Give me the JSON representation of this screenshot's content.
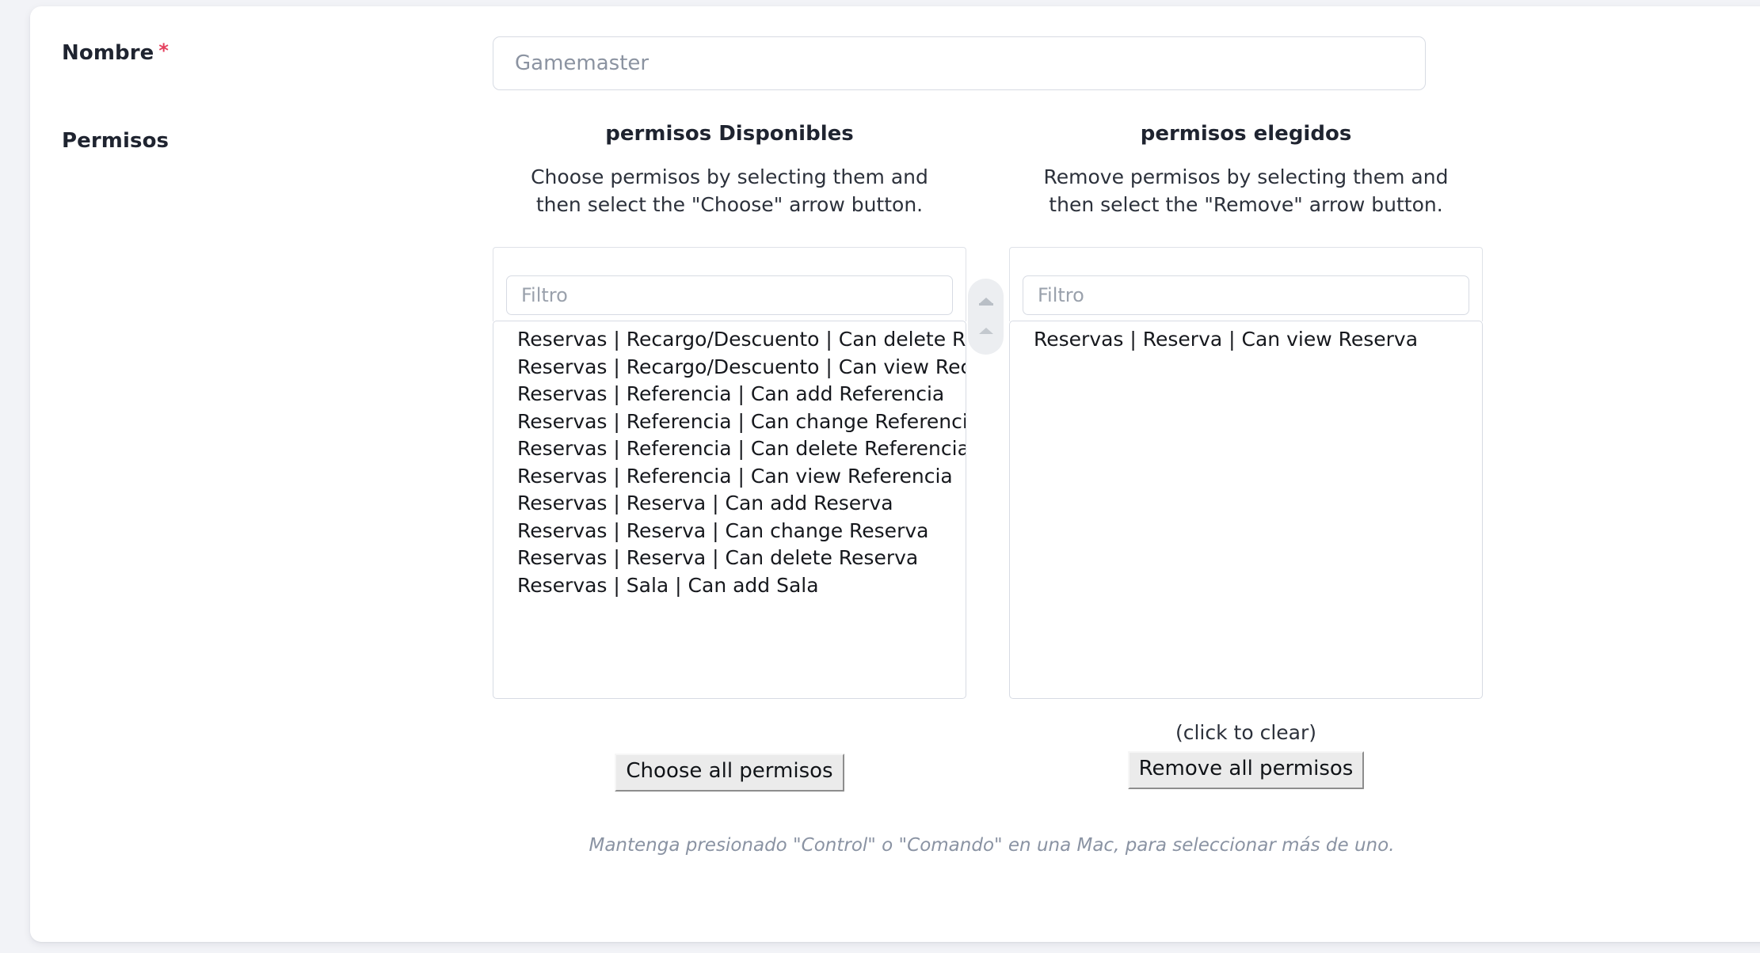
{
  "form": {
    "nombre": {
      "label": "Nombre",
      "required_marker": "*",
      "value": "Gamemaster",
      "placeholder": "Gamemaster"
    },
    "permisos": {
      "label": "Permisos",
      "helptext": "Mantenga presionado \"Control\" o \"Comando\" en una Mac, para seleccionar más de uno."
    }
  },
  "available": {
    "title": "permisos Disponibles",
    "help": "Choose permisos by selecting them and then select the \"Choose\" arrow button.",
    "filter_placeholder": "Filtro",
    "options": [
      "Reservas | Recargo/Descuento | Can delete Recargo/Descuento",
      "Reservas | Recargo/Descuento | Can view Recargo/Descuento",
      "Reservas | Referencia | Can add Referencia",
      "Reservas | Referencia | Can change Referencia",
      "Reservas | Referencia | Can delete Referencia",
      "Reservas | Referencia | Can view Referencia",
      "Reservas | Reserva | Can add Reserva",
      "Reservas | Reserva | Can change Reserva",
      "Reservas | Reserva | Can delete Reserva",
      "Reservas | Sala | Can add Sala"
    ],
    "choose_all_label": "Choose all permisos"
  },
  "chosen": {
    "title": "permisos elegidos",
    "help": "Remove permisos by selecting them and then select the \"Remove\" arrow button.",
    "filter_placeholder": "Filtro",
    "options": [
      "Reservas | Reserva | Can view Reserva"
    ],
    "clear_note": "(click to clear)",
    "remove_all_label": "Remove all permisos"
  },
  "arrows": {
    "choose_icon": "arrow-right-icon",
    "remove_icon": "arrow-left-icon"
  },
  "colors": {
    "page_background": "#f2f3f7",
    "card_background": "#ffffff",
    "required_star": "#e5405e",
    "text_primary": "#1f2430",
    "text_muted": "#8a93a3",
    "border": "#d7dbe3",
    "button_face": "#ebebeb"
  }
}
